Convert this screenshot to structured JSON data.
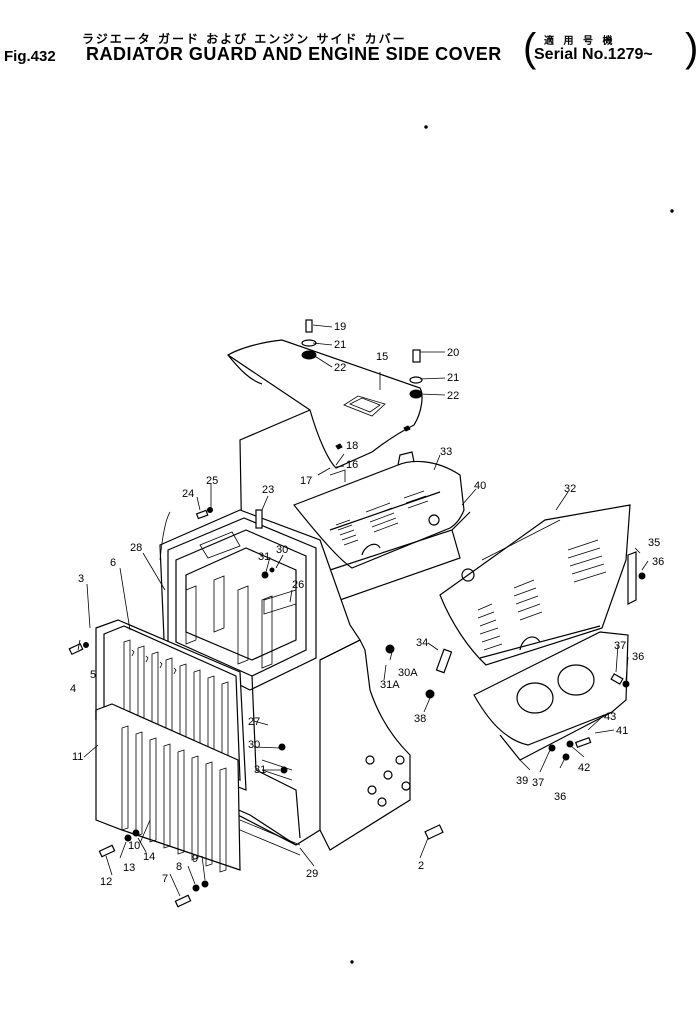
{
  "header": {
    "japanese_title": "ラジエータ ガード および エンジン サイド カバー",
    "japanese_serial": "適 用 号 機",
    "fig_number": "Fig.432",
    "title": "RADIATOR GUARD AND ENGINE SIDE COVER",
    "serial": "Serial No.1279~",
    "paren_open": "(",
    "paren_close": ")"
  },
  "callouts": [
    "19",
    "21",
    "22",
    "15",
    "20",
    "21",
    "22",
    "18",
    "16",
    "17",
    "33",
    "40",
    "32",
    "24",
    "25",
    "23",
    "31",
    "30",
    "26",
    "28",
    "6",
    "3",
    "35",
    "36",
    "5",
    "4",
    "34",
    "30A",
    "31A",
    "37",
    "36",
    "38",
    "27",
    "43",
    "41",
    "11",
    "30",
    "31",
    "42",
    "39",
    "37",
    "36",
    "10",
    "13",
    "14",
    "12",
    "8",
    "9",
    "7",
    "2",
    "29"
  ]
}
